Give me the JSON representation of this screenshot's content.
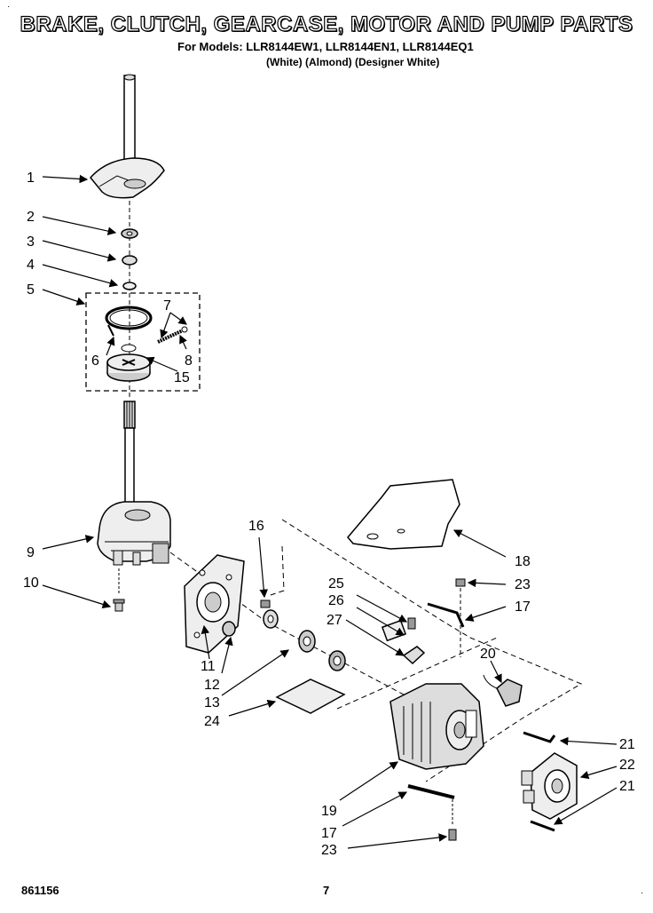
{
  "header": {
    "title": "BRAKE, CLUTCH, GEARCASE, MOTOR AND PUMP PARTS",
    "models": "For Models: LLR8144EW1, LLR8144EN1, LLR8144EQ1",
    "colors": "(White)   (Almond) (Designer White)"
  },
  "footer": {
    "code": "861156",
    "page": "7"
  },
  "corner_mark": "·",
  "callouts": [
    "1",
    "2",
    "3",
    "4",
    "5",
    "6",
    "7",
    "8",
    "15",
    "9",
    "10",
    "16",
    "11",
    "12",
    "13",
    "24",
    "25",
    "26",
    "27",
    "23",
    "17",
    "18",
    "20",
    "21",
    "22",
    "19",
    "17",
    "23",
    "21"
  ]
}
